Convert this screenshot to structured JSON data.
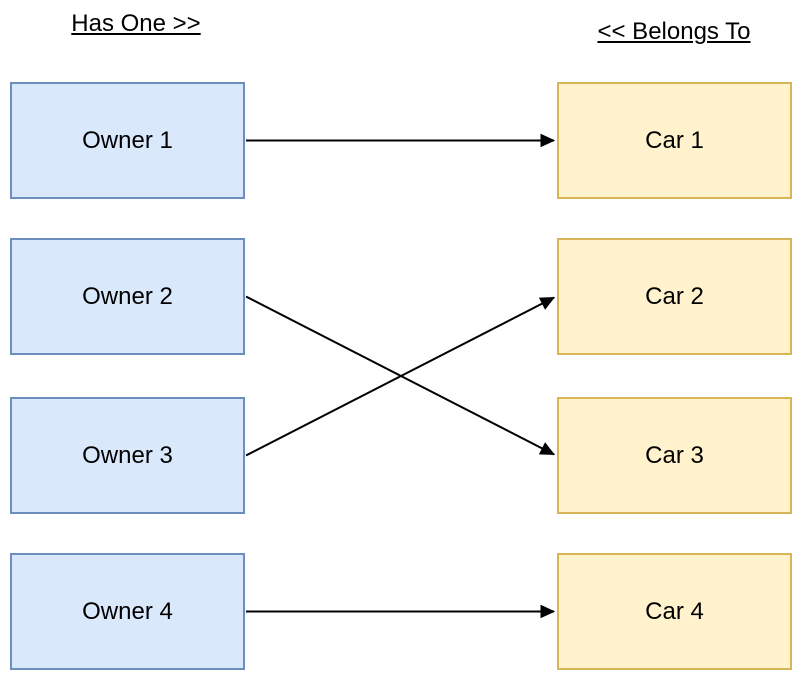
{
  "diagram": {
    "left_header": "Has One >>",
    "right_header": "<< Belongs To",
    "owners": [
      {
        "label": "Owner 1"
      },
      {
        "label": "Owner 2"
      },
      {
        "label": "Owner 3"
      },
      {
        "label": "Owner 4"
      }
    ],
    "cars": [
      {
        "label": "Car 1"
      },
      {
        "label": "Car 2"
      },
      {
        "label": "Car 3"
      },
      {
        "label": "Car 4"
      }
    ],
    "connections": [
      {
        "from": "Owner 1",
        "to": "Car 1"
      },
      {
        "from": "Owner 2",
        "to": "Car 3"
      },
      {
        "from": "Owner 3",
        "to": "Car 2"
      },
      {
        "from": "Owner 4",
        "to": "Car 4"
      }
    ],
    "colors": {
      "owner_fill": "#dae8fc",
      "owner_border": "#6c8ebf",
      "car_fill": "#fff2cc",
      "car_border": "#d6b656",
      "arrow": "#000000",
      "text": "#000000",
      "background": "#ffffff"
    }
  }
}
